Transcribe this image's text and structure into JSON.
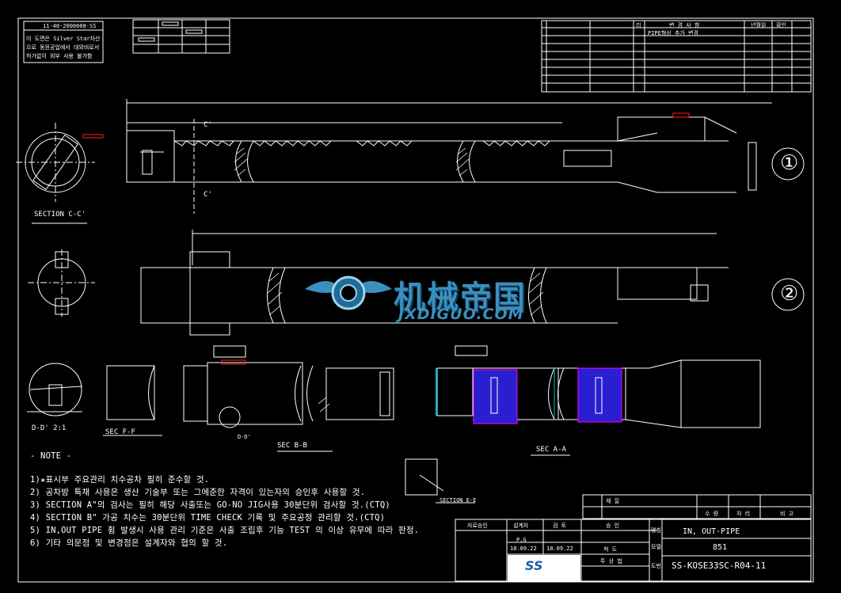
{
  "header": {
    "doc_number": "11-40-2000008-SS",
    "top_note": [
      "이 도면은 Silver Star자산",
      "으로 동원공업에서 대외비로서",
      "허가없이 외부 사용 불가함"
    ]
  },
  "revision_panel": {
    "col_mark": "리",
    "col_content": "변 경 사 항",
    "col_date": "년월일",
    "col_sign": "확인",
    "entry": "PIPE형상 추가 변경"
  },
  "views": {
    "section_cc": "SECTION C-C'",
    "section_dd": "D-D' 2:1",
    "section_ff": "SEC F-F",
    "section_bb": "SEC B-B",
    "section_aa": "SEC A-A",
    "section_ee": "SECTION E-E",
    "mark_c_top": "C'",
    "mark_c_bottom": "C'",
    "mark_d": "D-D'",
    "part_1": "①",
    "part_2": "②"
  },
  "watermark": {
    "cn": "机械帝国",
    "en": "JXDIGUO.COM"
  },
  "notes": {
    "title": "- NOTE -",
    "items": [
      "1)★표시부 주요관리 치수공차 필히 준수할 것.",
      "2) 공차방 특채 사용은 생산 기술부 또는 그에준한 자격이 있는자의 승인후 사용할 것.",
      "3) SECTION A\"의 검사는 필히 해당 사출또는 GO-NO JIG사용 30분단위 검사할 것.(CTQ)",
      "4) SECTION B\" 가공 치수는 30분단위 TIME CHECK 기록 및 주요공정 관리할 것.(CTQ)",
      "5) IN,OUT PIPE 휨 발생시 사용 관리 기준은 사출 조립후 기능 TEST 의 이상 유무에 따라 판정.",
      "6) 기타 의문점 및 변경점은 설계자와 협의 할 것."
    ]
  },
  "title_block": {
    "approval_label": "자료승인",
    "h_design": "설계자",
    "h_check": "검 토",
    "h_approve": "승 인",
    "designer": "P,G",
    "date_1": "18.09.22",
    "date_2": "18.09.22",
    "material_label": "재 질",
    "qty_label": "수 량",
    "treat_label": "처 리",
    "remark_label": "비 고",
    "name_label": "명칭",
    "model_label": "모델",
    "dwg_label": "도번",
    "part_name": "IN, OUT-PIPE",
    "model": "851",
    "drawing_no": "SS-KOSE33SC-R04-11",
    "scale_label": "척 도",
    "proj_label": "투 상 법",
    "logo": "SS"
  },
  "colors": {
    "line": "#ffffff",
    "red": "#ff2020",
    "magenta": "#ff00ff",
    "blue_fill": "#2a1fd0",
    "cyan": "#00c0d0",
    "watermark": "#3a8fbf"
  }
}
